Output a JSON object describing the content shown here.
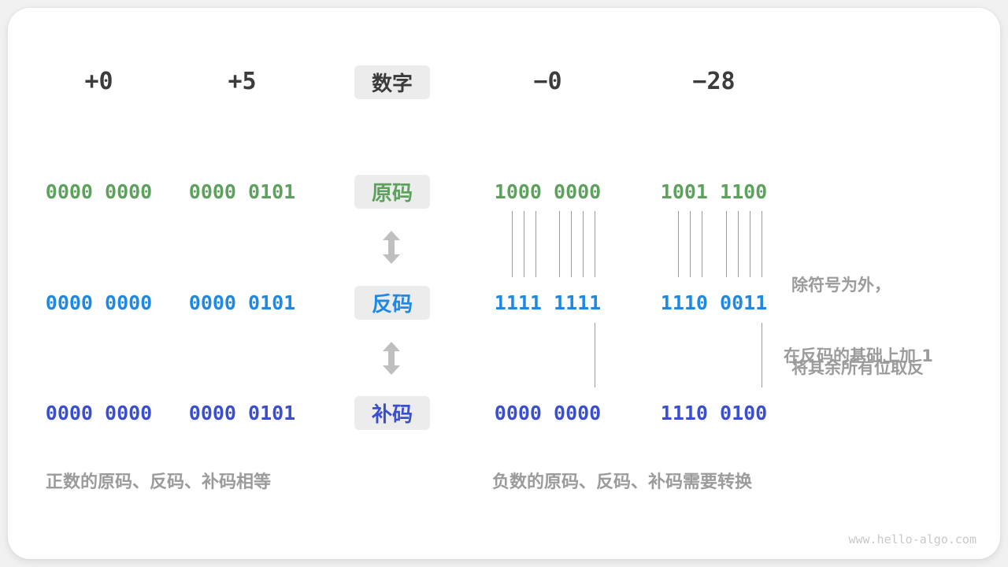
{
  "row_labels": {
    "number": "数字",
    "sign_magnitude": "原码",
    "ones_complement": "反码",
    "twos_complement": "补码"
  },
  "columns": {
    "pos0": {
      "header": "+0",
      "sign_magnitude": "0000 0000",
      "ones_complement": "0000 0000",
      "twos_complement": "0000 0000"
    },
    "pos5": {
      "header": "+5",
      "sign_magnitude": "0000 0101",
      "ones_complement": "0000 0101",
      "twos_complement": "0000 0101"
    },
    "neg0": {
      "header": "−0",
      "sign_magnitude": "1000 0000",
      "ones_complement": "1111 1111",
      "twos_complement": "0000 0000"
    },
    "neg28": {
      "header": "−28",
      "sign_magnitude": "1001 1100",
      "ones_complement": "1110 0011",
      "twos_complement": "1110 0100"
    }
  },
  "annotations": {
    "invert_line1": "除符号为外，",
    "invert_line2": "将其余所有位取反",
    "add_one": "在反码的基础上加 1"
  },
  "captions": {
    "positive": "正数的原码、反码、补码相等",
    "negative": "负数的原码、反码、补码需要转换"
  },
  "watermark": "www.hello-algo.com",
  "colors": {
    "sign_magnitude": "#5CA15C",
    "ones_complement": "#1E88E5",
    "twos_complement": "#3A4FD0",
    "header_text": "#3C3C3C",
    "label_box_bg": "#ECECEC",
    "annotation_gray": "#9B9B9B",
    "arrow_gray": "#BFBFBF",
    "line_gray": "#9A9A9A",
    "watermark_gray": "#C8C8C8",
    "card_bg": "#FFFFFF",
    "page_bg": "#F1F1F1"
  }
}
